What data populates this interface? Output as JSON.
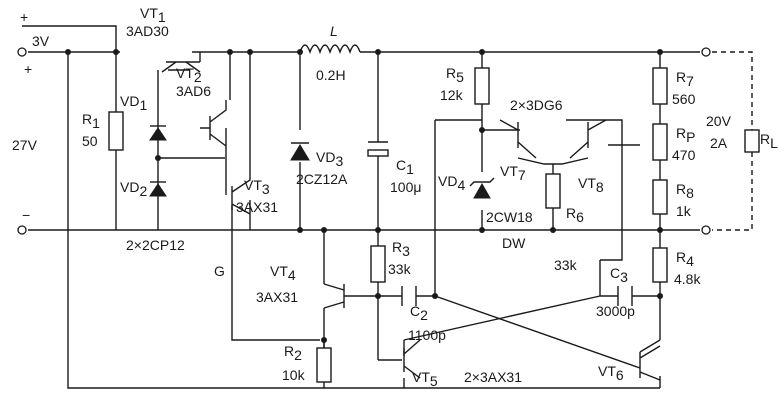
{
  "components": {
    "vt1": {
      "name": "VT",
      "sub": "1",
      "part": "3AD30"
    },
    "vt2": {
      "name": "VT",
      "sub": "2",
      "part": "3AD6"
    },
    "vt3": {
      "name": "VT",
      "sub": "3",
      "part": "3AX31"
    },
    "vt4": {
      "name": "VT",
      "sub": "4",
      "part": "3AX31"
    },
    "vt5": {
      "name": "VT",
      "sub": "5"
    },
    "vt6": {
      "name": "VT",
      "sub": "6"
    },
    "vt7": {
      "name": "VT",
      "sub": "7"
    },
    "vt8": {
      "name": "VT",
      "sub": "8"
    },
    "vt78_part": "2×3DG6",
    "vt56_part": "2×3AX31",
    "vd1": {
      "name": "VD",
      "sub": "1"
    },
    "vd2": {
      "name": "VD",
      "sub": "2"
    },
    "vd12_part": "2×2CP12",
    "vd3": {
      "name": "VD",
      "sub": "3",
      "part": "2CZ12A"
    },
    "vd4": {
      "name": "VD",
      "sub": "4",
      "part": "2CW18"
    },
    "r1": {
      "name": "R",
      "sub": "1",
      "value": "50"
    },
    "r2": {
      "name": "R",
      "sub": "2",
      "value": "10k"
    },
    "r3": {
      "name": "R",
      "sub": "3",
      "value": "33k"
    },
    "r4": {
      "name": "R",
      "sub": "4",
      "value": "4.8k"
    },
    "r5": {
      "name": "R",
      "sub": "5",
      "value": "12k"
    },
    "r6": {
      "name": "R",
      "sub": "6"
    },
    "r7": {
      "name": "R",
      "sub": "7",
      "value": "560"
    },
    "rp": {
      "name": "R",
      "sub": "P",
      "value": "470"
    },
    "r8": {
      "name": "R",
      "sub": "8",
      "value": "1k"
    },
    "rl": {
      "name": "R",
      "sub": "L"
    },
    "inductor": {
      "name": "L",
      "value": "0.2H"
    },
    "c1": {
      "name": "C",
      "sub": "1",
      "value": "100μ"
    },
    "c2": {
      "name": "C",
      "sub": "2",
      "value": "1100p"
    },
    "c3": {
      "name": "C",
      "sub": "3",
      "value": "3000p"
    }
  },
  "labels": {
    "v_aux": "3V",
    "v_in": "27V",
    "v_out": "20V",
    "i_out": "2A",
    "plus": "+",
    "minus": "−",
    "node_g": "G",
    "dw": "DW",
    "r_33k_extra": "33k"
  }
}
